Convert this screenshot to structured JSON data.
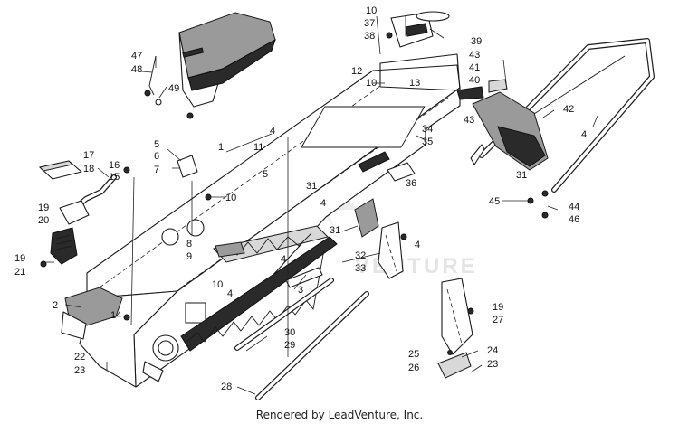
{
  "footer": {
    "credit": "Rendered by LeadVenture, Inc."
  },
  "watermark": {
    "text": "VENTURE",
    "icon": "leadventure-logo-icon",
    "color": "#e4e4e4"
  },
  "callouts": [
    {
      "id": "c1",
      "label": "1"
    },
    {
      "id": "c2",
      "label": "2"
    },
    {
      "id": "c3",
      "label": "3"
    },
    {
      "id": "c4a",
      "label": "4"
    },
    {
      "id": "c4b",
      "label": "4"
    },
    {
      "id": "c4c",
      "label": "4"
    },
    {
      "id": "c4d",
      "label": "4"
    },
    {
      "id": "c4e",
      "label": "4"
    },
    {
      "id": "c4f",
      "label": "4"
    },
    {
      "id": "c5a",
      "label": "5"
    },
    {
      "id": "c5b",
      "label": "5"
    },
    {
      "id": "c6",
      "label": "6"
    },
    {
      "id": "c7",
      "label": "7"
    },
    {
      "id": "c8",
      "label": "8"
    },
    {
      "id": "c9",
      "label": "9"
    },
    {
      "id": "c10a",
      "label": "10"
    },
    {
      "id": "c10b",
      "label": "10"
    },
    {
      "id": "c10c",
      "label": "10"
    },
    {
      "id": "c10d",
      "label": "10"
    },
    {
      "id": "c11",
      "label": "11"
    },
    {
      "id": "c12",
      "label": "12"
    },
    {
      "id": "c13",
      "label": "13"
    },
    {
      "id": "c14",
      "label": "14"
    },
    {
      "id": "c15",
      "label": "15"
    },
    {
      "id": "c16",
      "label": "16"
    },
    {
      "id": "c17",
      "label": "17"
    },
    {
      "id": "c18",
      "label": "18"
    },
    {
      "id": "c19a",
      "label": "19"
    },
    {
      "id": "c19b",
      "label": "19"
    },
    {
      "id": "c19c",
      "label": "19"
    },
    {
      "id": "c20",
      "label": "20"
    },
    {
      "id": "c21",
      "label": "21"
    },
    {
      "id": "c22",
      "label": "22"
    },
    {
      "id": "c23a",
      "label": "23"
    },
    {
      "id": "c23b",
      "label": "23"
    },
    {
      "id": "c24",
      "label": "24"
    },
    {
      "id": "c25",
      "label": "25"
    },
    {
      "id": "c26",
      "label": "26"
    },
    {
      "id": "c27",
      "label": "27"
    },
    {
      "id": "c28",
      "label": "28"
    },
    {
      "id": "c29",
      "label": "29"
    },
    {
      "id": "c30",
      "label": "30"
    },
    {
      "id": "c31a",
      "label": "31"
    },
    {
      "id": "c31b",
      "label": "31"
    },
    {
      "id": "c31c",
      "label": "31"
    },
    {
      "id": "c32",
      "label": "32"
    },
    {
      "id": "c33",
      "label": "33"
    },
    {
      "id": "c34",
      "label": "34"
    },
    {
      "id": "c35",
      "label": "35"
    },
    {
      "id": "c36",
      "label": "36"
    },
    {
      "id": "c37",
      "label": "37"
    },
    {
      "id": "c38",
      "label": "38"
    },
    {
      "id": "c39",
      "label": "39"
    },
    {
      "id": "c40",
      "label": "40"
    },
    {
      "id": "c41",
      "label": "41"
    },
    {
      "id": "c42",
      "label": "42"
    },
    {
      "id": "c43a",
      "label": "43"
    },
    {
      "id": "c43b",
      "label": "43"
    },
    {
      "id": "c44",
      "label": "44"
    },
    {
      "id": "c45",
      "label": "45"
    },
    {
      "id": "c46",
      "label": "46"
    },
    {
      "id": "c47",
      "label": "47"
    },
    {
      "id": "c48",
      "label": "48"
    },
    {
      "id": "c49",
      "label": "49"
    }
  ]
}
